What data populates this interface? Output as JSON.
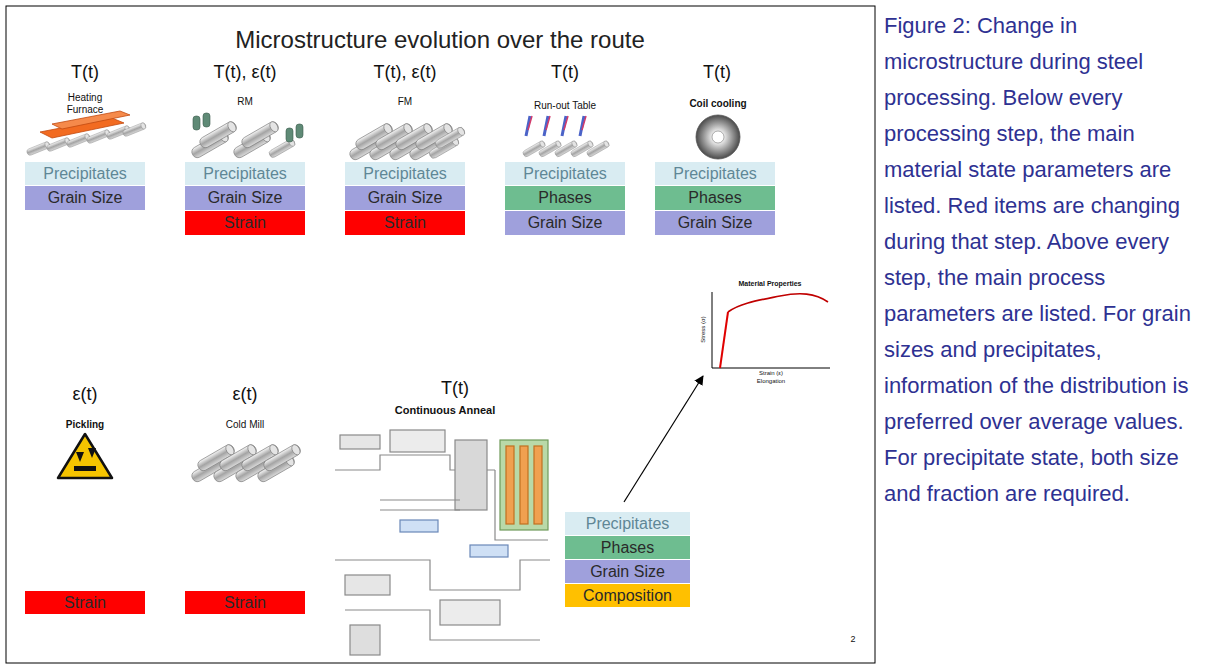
{
  "diagram": {
    "title": "Microstructure evolution over the route",
    "caption": "Figure 2: Change in microstructure during steel processing. Below every processing step, the main material state parameters are listed. Red items are changing during that step. Above every step, the main process parameters are listed. For grain sizes and precipitates, information of the distribution is preferred over average values. For precipitate state, both size and fraction are required.",
    "nodes": [
      {
        "text": [
          "Precipitates"
        ]
      },
      {
        "text": [
          "Grain Size"
        ]
      },
      {
        "text": [
          "Precipitates"
        ]
      },
      {
        "text": [
          "Grain Size"
        ]
      },
      {
        "text": [
          "Strain"
        ]
      },
      {
        "text": [
          "Precipitates"
        ]
      },
      {
        "text": [
          "Grain Size"
        ]
      },
      {
        "text": [
          "Strain"
        ]
      },
      {
        "text": [
          "Precipitates"
        ]
      },
      {
        "text": [
          "Phases"
        ]
      },
      {
        "text": [
          "Grain Size"
        ]
      },
      {
        "text": [
          "Precipitates"
        ]
      },
      {
        "text": [
          "Phases"
        ]
      },
      {
        "text": [
          "Grain Size"
        ]
      },
      {
        "text": [
          "Strain"
        ]
      },
      {
        "text": [
          "Strain"
        ]
      },
      {
        "text": [
          "Precipitates"
        ]
      },
      {
        "text": [
          "Phases"
        ]
      },
      {
        "text": [
          "Grain Size"
        ]
      },
      {
        "text": [
          "Composition"
        ]
      }
    ],
    "labels": [
      "T(t)",
      "T(t), ε(t)",
      "T(t), ε(t)",
      "T(t)",
      "T(t)",
      "Heating Furnace",
      "RM",
      "FM",
      "Run-out Table",
      "Coil cooling",
      "ε(t)",
      "ε(t)",
      "T(t)",
      "Pickling",
      "Cold Mill",
      "Continuous Anneal",
      "Material Properties",
      "Stress (σ)",
      "Strain (ε)",
      "Elongation",
      "2"
    ]
  }
}
